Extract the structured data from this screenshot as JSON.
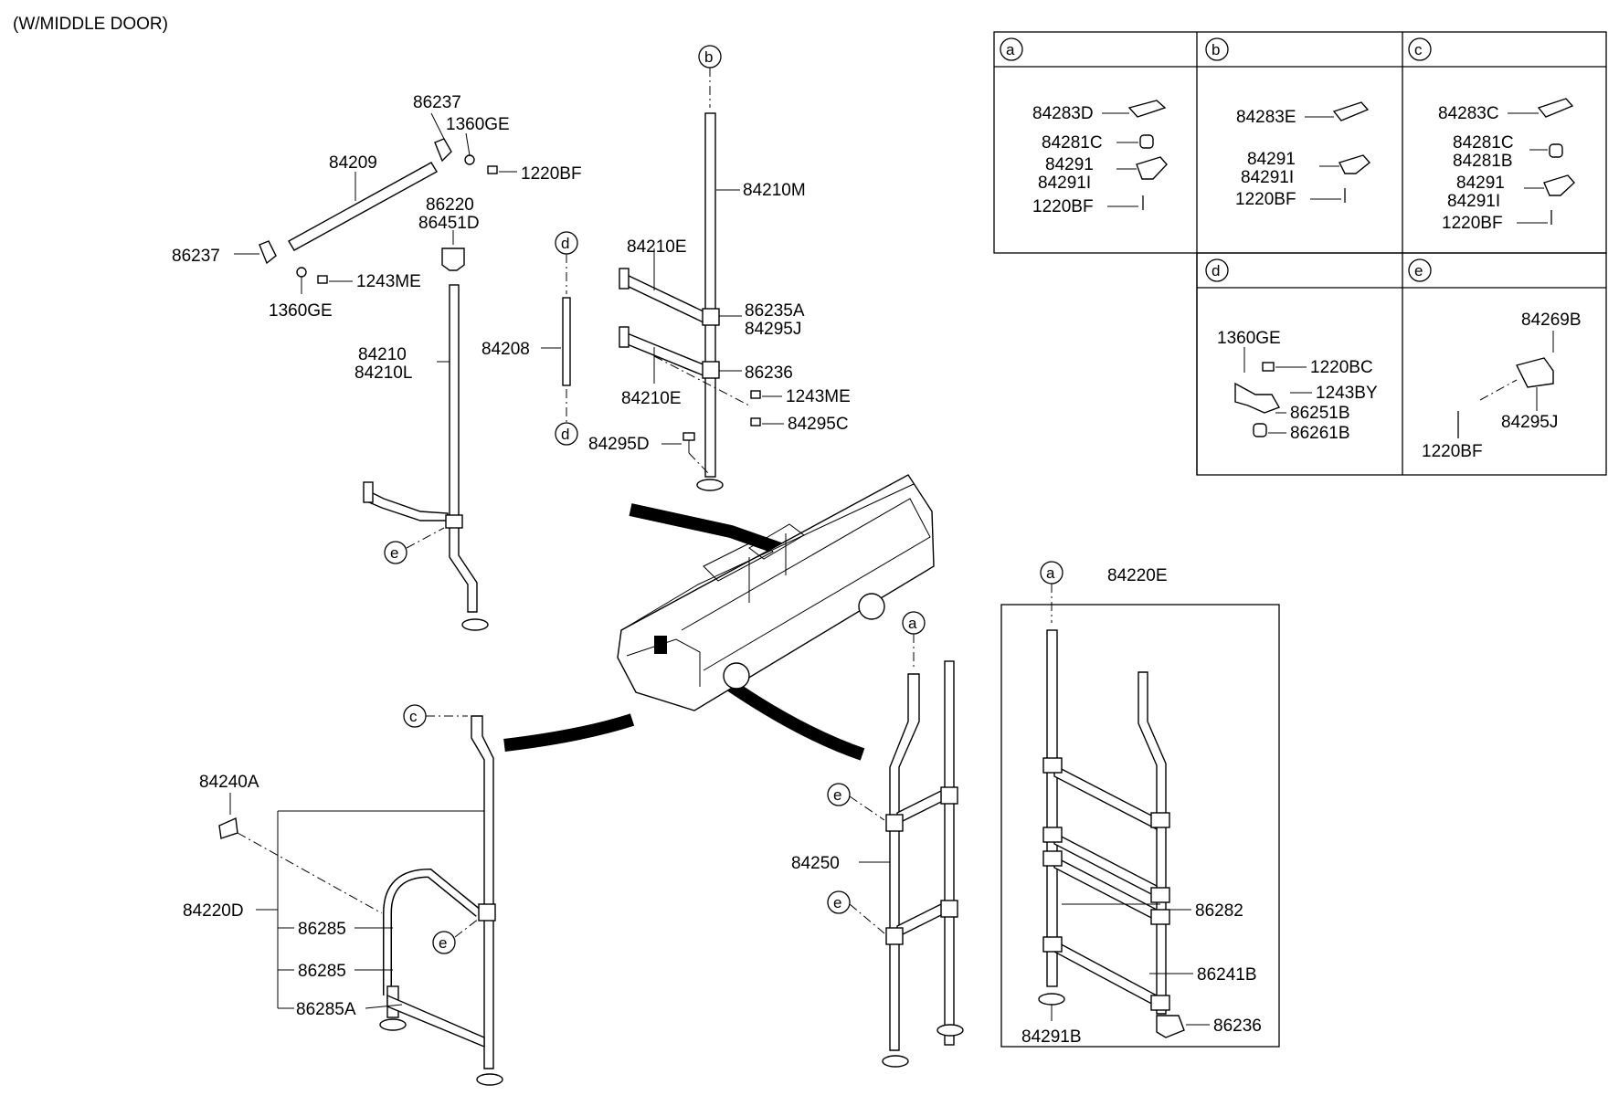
{
  "header": {
    "title": "(W/MIDDLE DOOR)"
  },
  "refs": {
    "a": "a",
    "b": "b",
    "c": "c",
    "d": "d",
    "e": "e"
  },
  "parts": {
    "p86237_top": "86237",
    "p1360GE_top": "1360GE",
    "p84209": "84209",
    "p1220BF_top": "1220BF",
    "p86220": "86220",
    "p86451D": "86451D",
    "p86237_left": "86237",
    "p1243ME_left": "1243ME",
    "p1360GE_left": "1360GE",
    "p84210": "84210",
    "p84210L": "84210L",
    "p84208": "84208",
    "p84210E_upper": "84210E",
    "p84210M": "84210M",
    "p86235A": "86235A",
    "p84295J_mid": "84295J",
    "p86236_mid": "86236",
    "p84210E_lower": "84210E",
    "p1243ME_mid": "1243ME",
    "p84295C": "84295C",
    "p84295D": "84295D",
    "p84240A": "84240A",
    "p84220D": "84220D",
    "p86285_1": "86285",
    "p86285_2": "86285",
    "p86285A": "86285A",
    "p84250": "84250",
    "p84220E": "84220E",
    "p86282": "86282",
    "p86241B": "86241B",
    "p86236_right": "86236",
    "p84291B": "84291B"
  },
  "detail_table": {
    "a": {
      "l1": "84283D",
      "l2": "84281C",
      "l3": "84291",
      "l4": "84291I",
      "l5": "1220BF"
    },
    "b": {
      "l1": "84283E",
      "l2": "84291",
      "l3": "84291I",
      "l4": "1220BF"
    },
    "c": {
      "l1": "84283C",
      "l2": "84281C",
      "l3": "84281B",
      "l4": "84291",
      "l5": "84291I",
      "l6": "1220BF"
    },
    "d": {
      "l1": "1360GE",
      "l2": "1220BC",
      "l3": "1243BY",
      "l4": "86251B",
      "l5": "86261B"
    },
    "e": {
      "l1": "84269B",
      "l2": "84295J",
      "l3": "1220BF"
    }
  }
}
